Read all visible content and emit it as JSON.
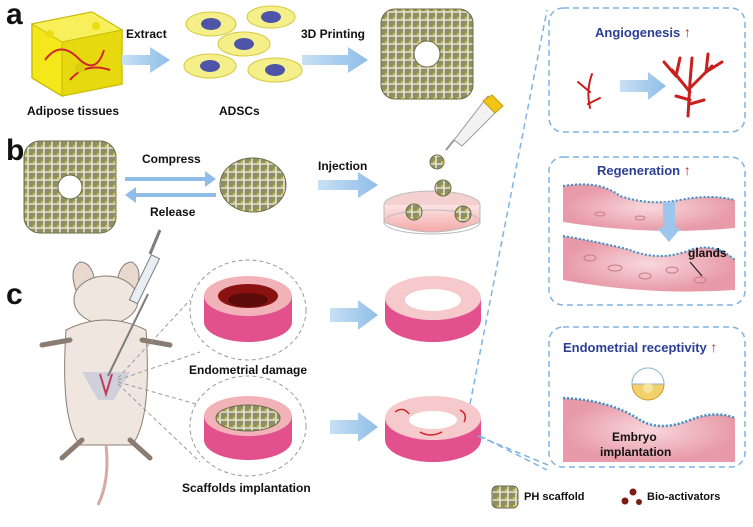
{
  "panels": {
    "a": "a",
    "b": "b",
    "c": "c"
  },
  "row_a": {
    "adipose_label": "Adipose tissues",
    "extract_label": "Extract",
    "adscs_label": "ADSCs",
    "printing_label": "3D Printing"
  },
  "row_b": {
    "compress_label": "Compress",
    "release_label": "Release",
    "injection_label": "Injection"
  },
  "row_c": {
    "damage_label": "Endometrial damage",
    "implant_label": "Scaffolds implantation"
  },
  "outcomes": {
    "angiogenesis": "Angiogenesis",
    "regeneration": "Regeneration",
    "glands": "glands",
    "receptivity": "Endometrial receptivity",
    "embryo": "Embryo",
    "implantation": "implantation",
    "up_arrow": "↑"
  },
  "legend": {
    "scaffold": "PH scaffold",
    "bioactivators": "Bio-activators"
  },
  "colors": {
    "accent_blue": "#2b3f93",
    "dashed_blue": "#7fb3e3",
    "arrow_blue": "#a9cdee",
    "vessel_red": "#c8201e",
    "adipose_yellow": "#f4e81a",
    "tissue_pink": "#e2508d"
  }
}
